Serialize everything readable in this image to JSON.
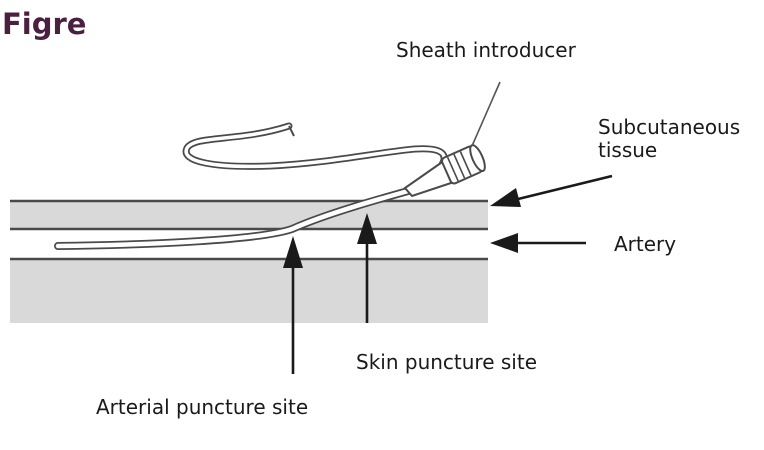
{
  "figure": {
    "heading": "Figre"
  },
  "labels": {
    "sheath_introducer": "Sheath introducer",
    "subcutaneous_line1": "Subcutaneous",
    "subcutaneous_line2": "tissue",
    "artery": "Artery",
    "skin_puncture_site": "Skin puncture site",
    "arterial_puncture_site": "Arterial puncture site"
  },
  "colors": {
    "heading": "#4a1f3f",
    "tissue_fill": "#d9d9d9",
    "line": "#4a4a4a",
    "text": "#1a1a1a"
  }
}
